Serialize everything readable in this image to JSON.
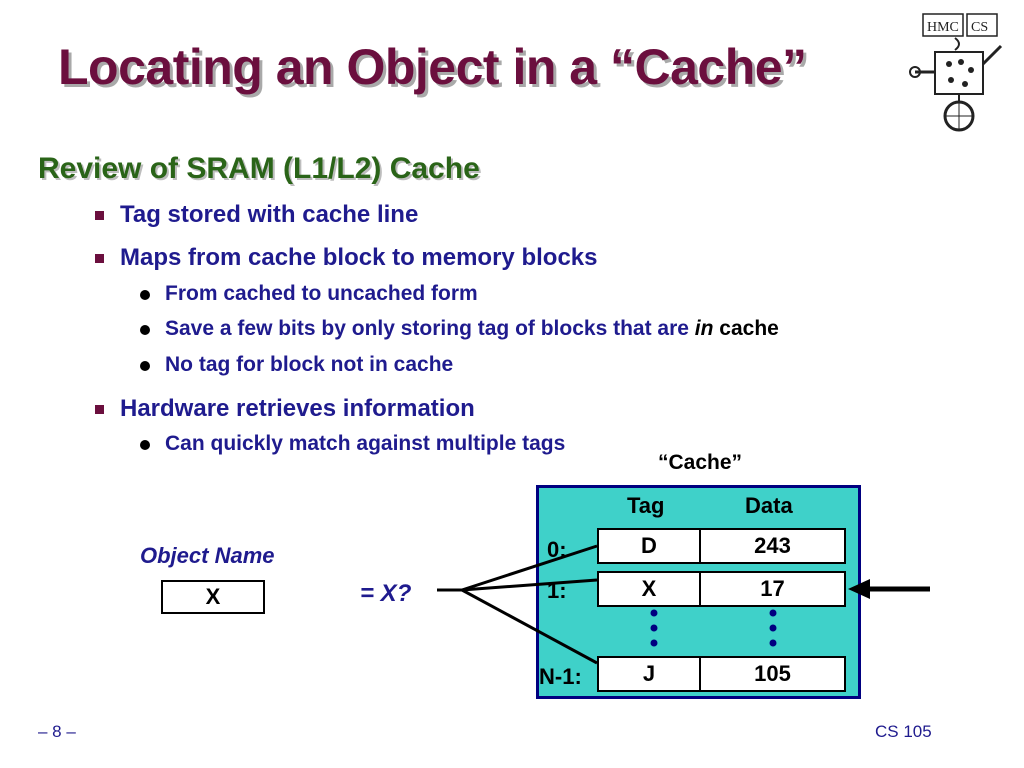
{
  "slide": {
    "title": "Locating an Object in a “Cache”",
    "section": "Review of SRAM (L1/L2) Cache",
    "bullets": [
      "Tag stored with cache line",
      "Maps from cache block to memory blocks",
      "Hardware retrieves information"
    ],
    "sub_bullets": {
      "maps": [
        "From cached to uncached form",
        "No tag for block not in cache"
      ],
      "save_prefix": "Save a few bits by only storing tag of blocks that are ",
      "save_emph": "in",
      "save_suffix": " cache",
      "hardware": [
        "Can quickly match against multiple tags"
      ]
    }
  },
  "logo": {
    "text_left": "HMC",
    "text_right": "CS"
  },
  "diagram": {
    "cache_label": "“Cache”",
    "header_tag": "Tag",
    "header_data": "Data",
    "object_name_label": "Object Name",
    "object_value": "X",
    "compare_label": "= X?",
    "rows": [
      {
        "index": "0:",
        "tag": "D",
        "data": "243"
      },
      {
        "index": "1:",
        "tag": "X",
        "data": "17"
      },
      {
        "index": "N-1:",
        "tag": "J",
        "data": "105"
      }
    ],
    "colors": {
      "cache_fill": "#3fd1c9",
      "cache_border": "#000080"
    }
  },
  "footer": {
    "page": "– 8 –",
    "course": "CS 105"
  }
}
